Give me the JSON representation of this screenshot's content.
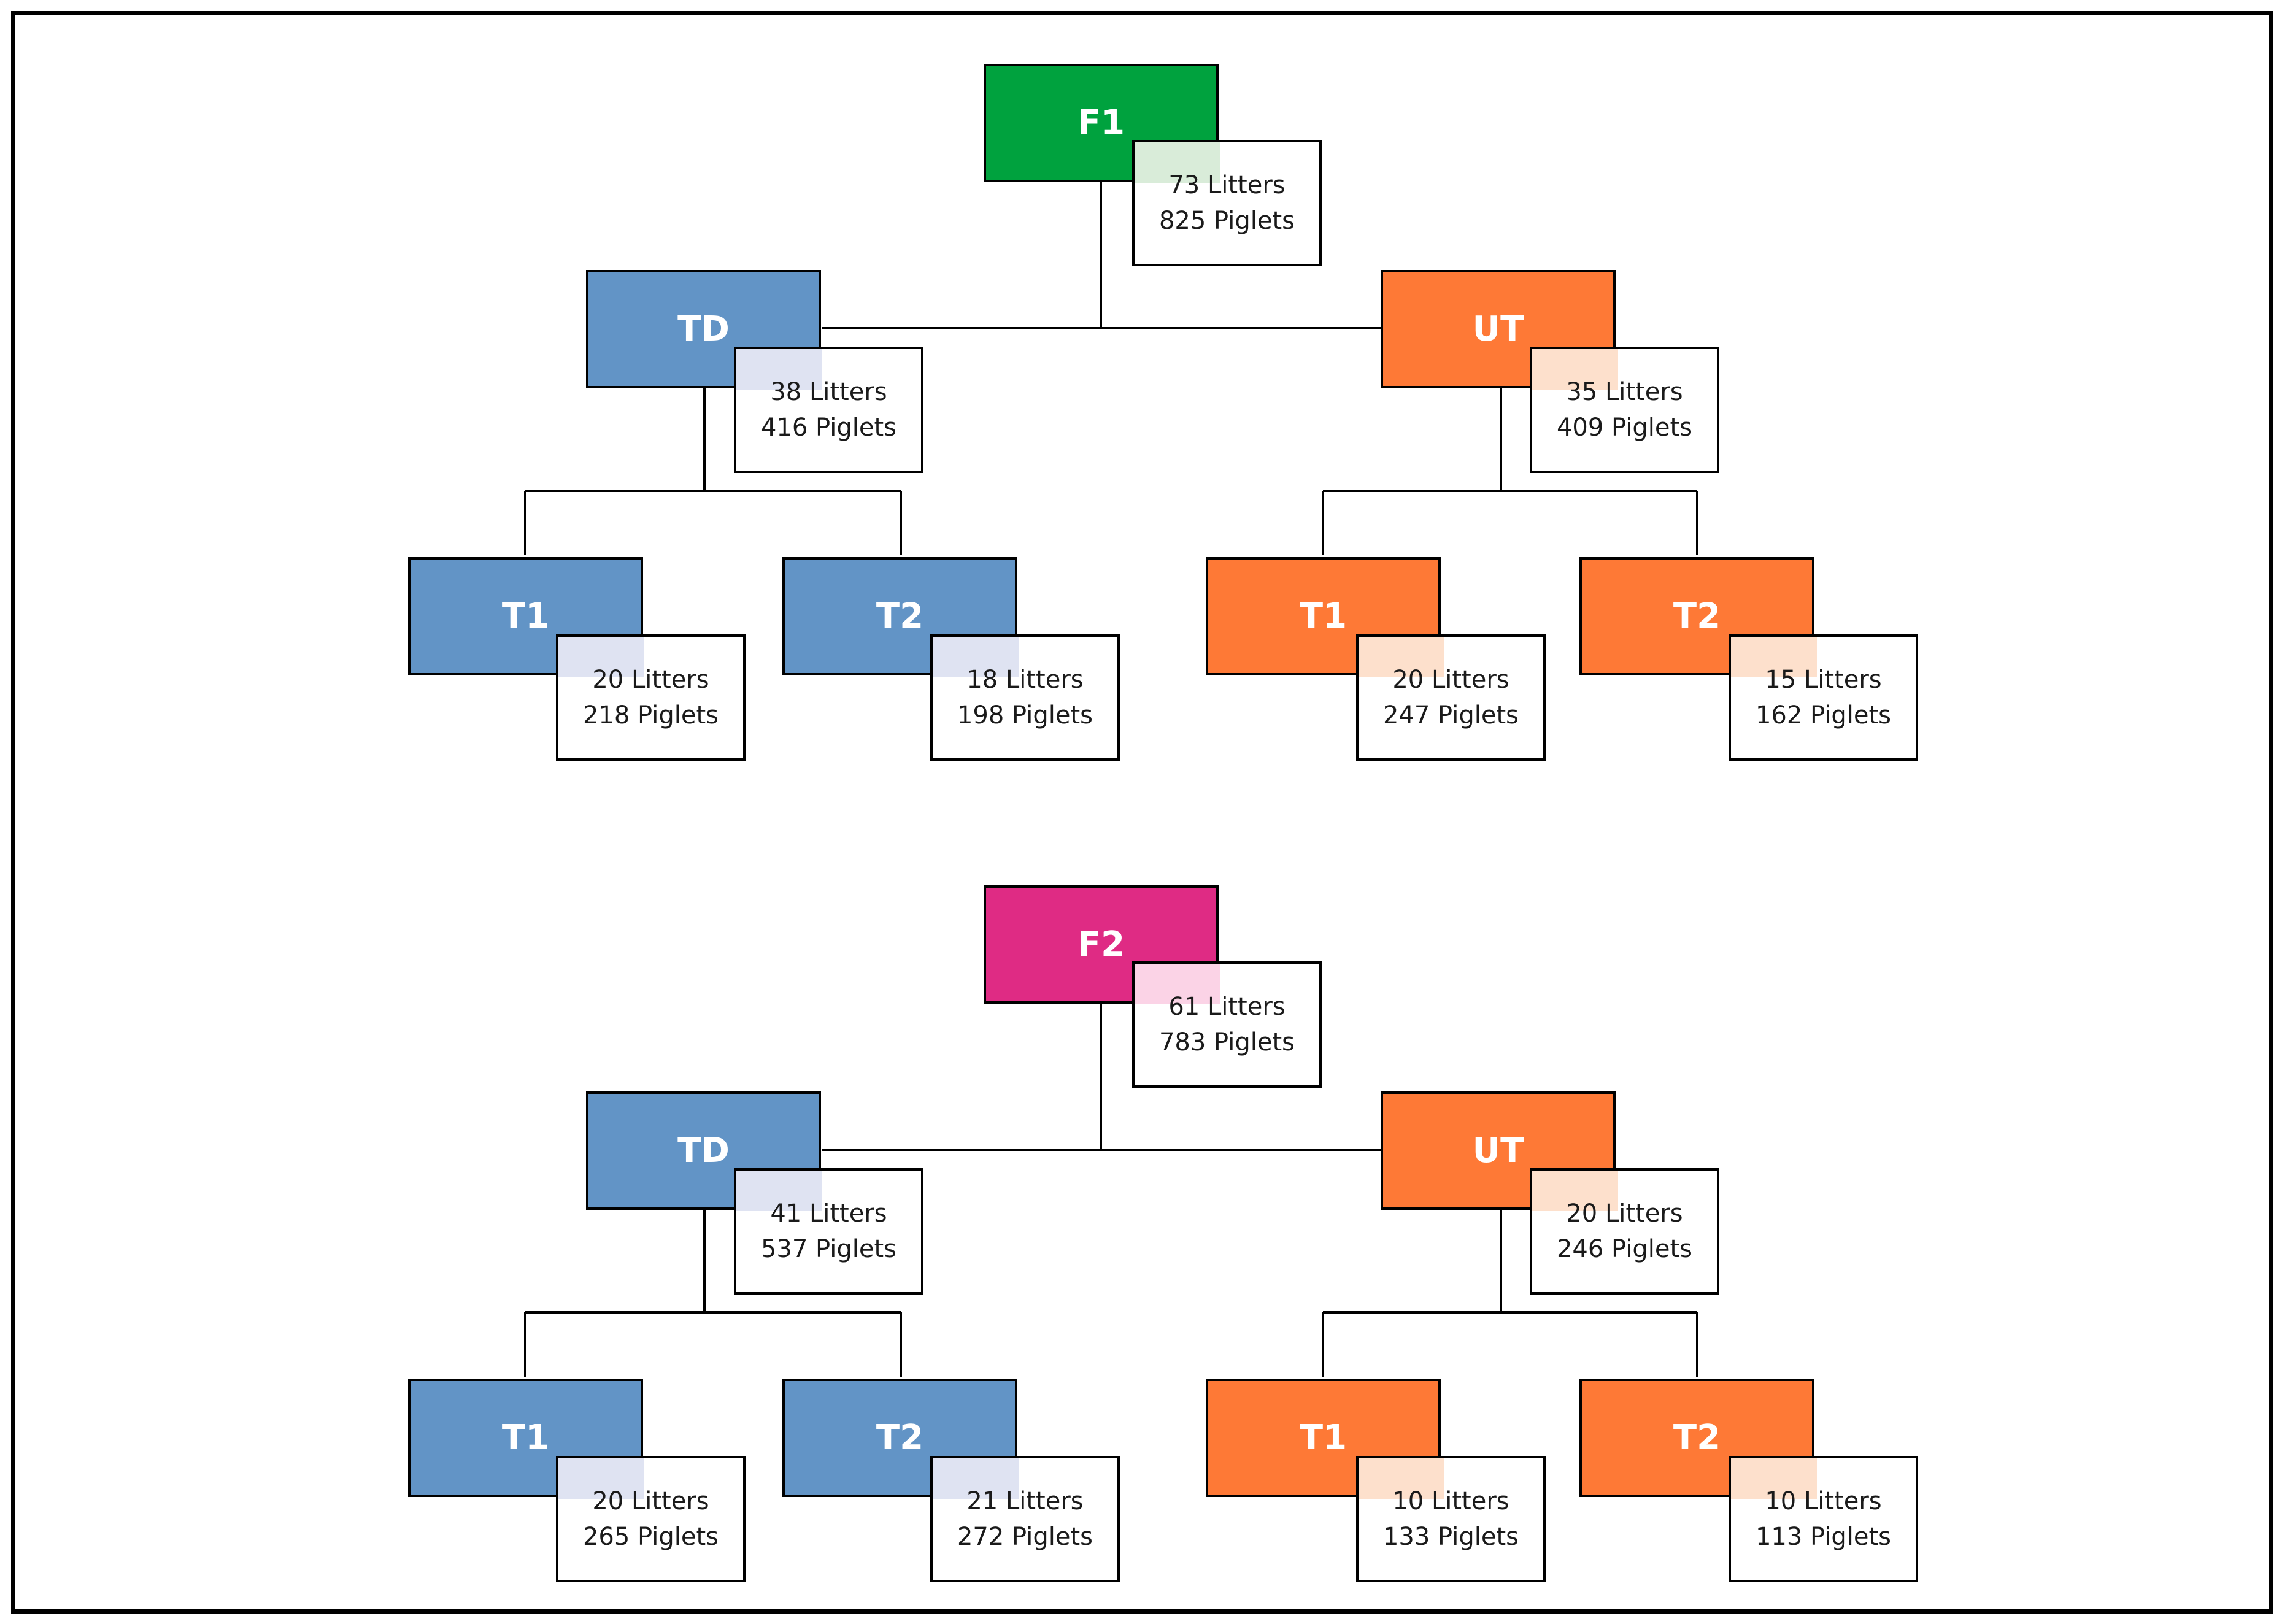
{
  "colors": {
    "f1": "#00a23e",
    "f2": "#df2b84",
    "td": "#6294c6",
    "ut": "#fe7936",
    "f1_overlap": "#d9ecd9",
    "f2_overlap": "#fbd3e6",
    "td_overlap": "#dfe3f2",
    "ut_overlap": "#fde0cc"
  },
  "trees": [
    {
      "root": {
        "label": "F1",
        "litters": "73 Litters",
        "piglets": "825 Piglets"
      },
      "td": {
        "label": "TD",
        "litters": "38 Litters",
        "piglets": "416 Piglets",
        "t1": {
          "label": "T1",
          "litters": "20 Litters",
          "piglets": "218 Piglets"
        },
        "t2": {
          "label": "T2",
          "litters": "18 Litters",
          "piglets": "198 Piglets"
        }
      },
      "ut": {
        "label": "UT",
        "litters": "35 Litters",
        "piglets": "409 Piglets",
        "t1": {
          "label": "T1",
          "litters": "20 Litters",
          "piglets": "247 Piglets"
        },
        "t2": {
          "label": "T2",
          "litters": "15 Litters",
          "piglets": "162 Piglets"
        }
      }
    },
    {
      "root": {
        "label": "F2",
        "litters": "61 Litters",
        "piglets": "783 Piglets"
      },
      "td": {
        "label": "TD",
        "litters": "41 Litters",
        "piglets": "537 Piglets",
        "t1": {
          "label": "T1",
          "litters": "20 Litters",
          "piglets": "265 Piglets"
        },
        "t2": {
          "label": "T2",
          "litters": "21 Litters",
          "piglets": "272 Piglets"
        }
      },
      "ut": {
        "label": "UT",
        "litters": "20 Litters",
        "piglets": "246 Piglets",
        "t1": {
          "label": "T1",
          "litters": "10 Litters",
          "piglets": "133 Piglets"
        },
        "t2": {
          "label": "T2",
          "litters": "10 Litters",
          "piglets": "113 Piglets"
        }
      }
    }
  ]
}
